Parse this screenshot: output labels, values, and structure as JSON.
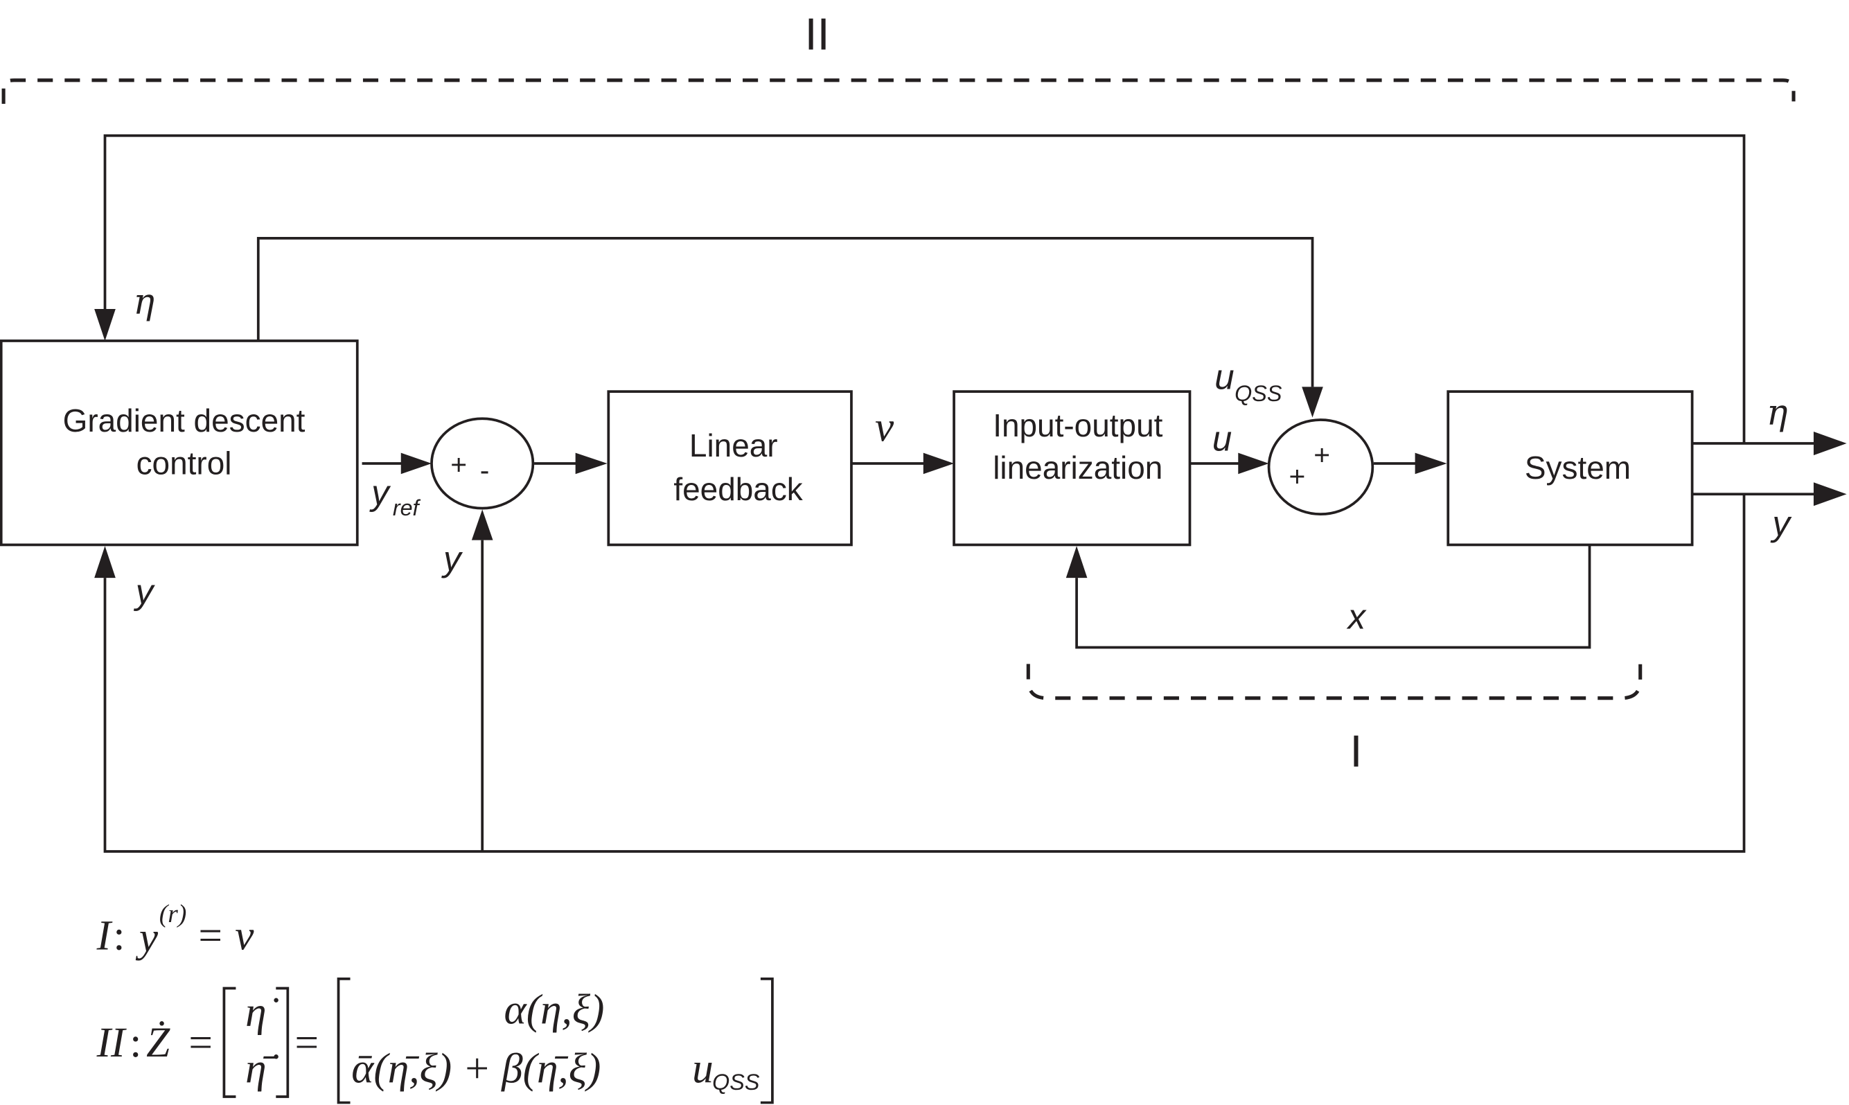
{
  "diagram": {
    "title": "Gradient descent control with input-output linearization block diagram",
    "blocks": {
      "gradient_line1": "Gradient descent",
      "gradient_line2": "control",
      "linear_line1": "Linear",
      "linear_line2": "feedback",
      "io_line1": "Input-output",
      "io_line2": "linearization",
      "system": "System"
    },
    "summers": {
      "s1_plus": "+",
      "s1_minus": "-",
      "s2_plus_a": "+",
      "s2_plus_b": "+"
    },
    "signals": {
      "eta_in": "η",
      "y_in": "y",
      "y_ref_main": "y",
      "y_ref_sub": "ref",
      "y_feedback": "y",
      "v": "v",
      "u": "u",
      "u_qss_main": "u",
      "u_qss_sub": "QSS",
      "x": "x",
      "eta_out": "η",
      "y_out": "y"
    },
    "groups": {
      "outer_label": "II",
      "inner_label": "I"
    },
    "equations": {
      "eq1_label": "I",
      "eq1_colon": ":",
      "eq1_y": "y",
      "eq1_sup": "(r)",
      "eq1_rhs": "= v",
      "eq2_label": "II",
      "eq2_colon": ":",
      "eq2_lhs": "Ż",
      "eq2_eq": "=",
      "eq2_vec_top": "η̇",
      "eq2_vec_bottom": "η̄̇",
      "eq2_eq2": "=",
      "eq2_rhs_top": "α(η,ξ)",
      "eq2_rhs_bottom": "ᾱ(η̄,ξ) + β(η̄,ξ)",
      "eq2_rhs_u": "u",
      "eq2_rhs_u_sub": "QSS"
    }
  }
}
